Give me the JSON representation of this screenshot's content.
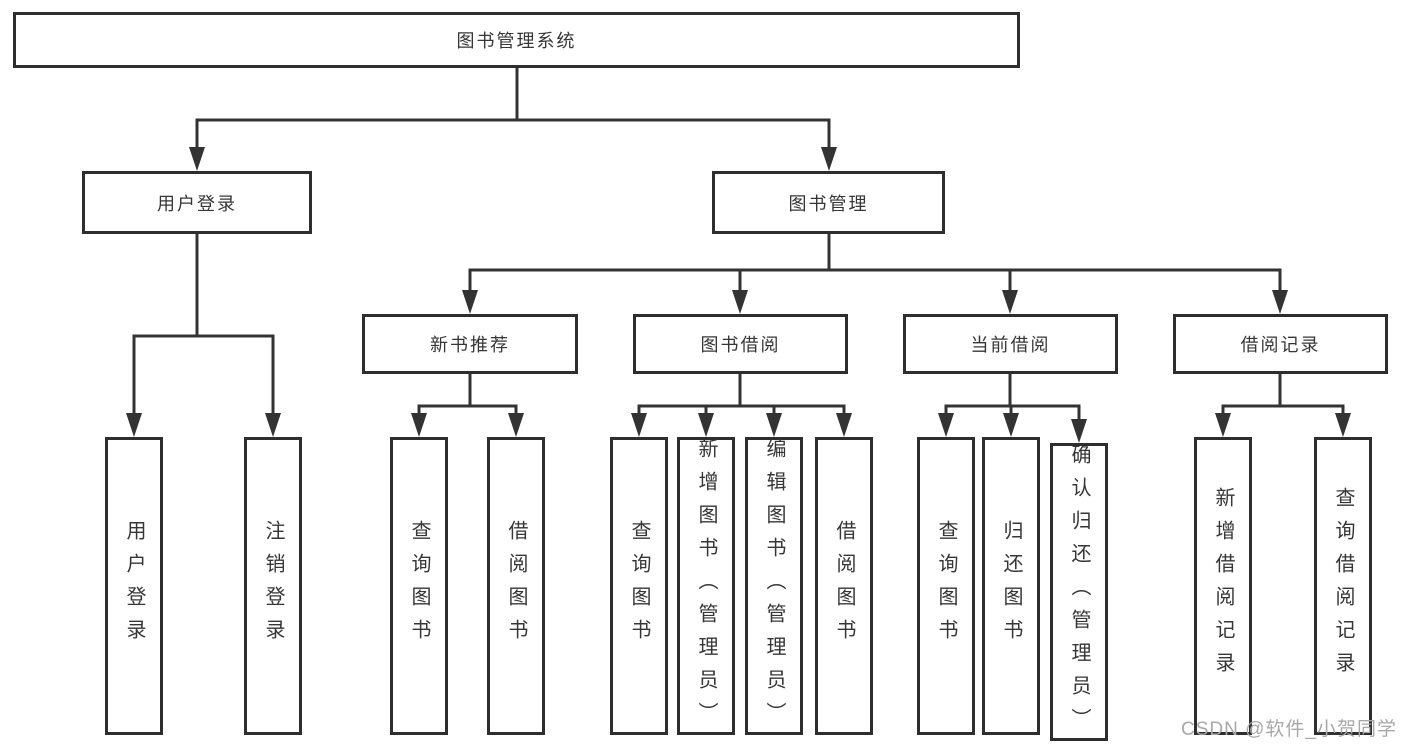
{
  "diagram_type": "functional-structure-flowchart",
  "nodes": {
    "root": {
      "label": "图书管理系统"
    },
    "user_login": {
      "label": "用户登录"
    },
    "book_mgmt": {
      "label": "图书管理"
    },
    "new_book_rec": {
      "label": "新书推荐"
    },
    "book_borrow": {
      "label": "图书借阅"
    },
    "current_borrow": {
      "label": "当前借阅"
    },
    "borrow_record": {
      "label": "借阅记录"
    },
    "user_login_leaf": {
      "label": "用户登录"
    },
    "logout_leaf": {
      "label": "注销登录"
    },
    "query_book_rec": {
      "label": "查询图书"
    },
    "borrow_book_rec": {
      "label": "借阅图书"
    },
    "query_book_borrow": {
      "label": "查询图书"
    },
    "add_book": {
      "label": "新增图书（管理员）"
    },
    "edit_book": {
      "label": "编辑图书（管理员）"
    },
    "borrow_book_2": {
      "label": "借阅图书"
    },
    "query_book_current": {
      "label": "查询图书"
    },
    "return_book": {
      "label": "归还图书"
    },
    "confirm_return": {
      "label": "确认归还（管理员）"
    },
    "add_borrow_record": {
      "label": "新增借阅记录"
    },
    "query_borrow_record": {
      "label": "查询借阅记录"
    }
  },
  "edges": [
    {
      "from": "root",
      "to": "user_login"
    },
    {
      "from": "root",
      "to": "book_mgmt"
    },
    {
      "from": "user_login",
      "to": "user_login_leaf"
    },
    {
      "from": "user_login",
      "to": "logout_leaf"
    },
    {
      "from": "book_mgmt",
      "to": "new_book_rec"
    },
    {
      "from": "book_mgmt",
      "to": "book_borrow"
    },
    {
      "from": "book_mgmt",
      "to": "current_borrow"
    },
    {
      "from": "book_mgmt",
      "to": "borrow_record"
    },
    {
      "from": "new_book_rec",
      "to": "query_book_rec"
    },
    {
      "from": "new_book_rec",
      "to": "borrow_book_rec"
    },
    {
      "from": "book_borrow",
      "to": "query_book_borrow"
    },
    {
      "from": "book_borrow",
      "to": "add_book"
    },
    {
      "from": "book_borrow",
      "to": "edit_book"
    },
    {
      "from": "book_borrow",
      "to": "borrow_book_2"
    },
    {
      "from": "current_borrow",
      "to": "query_book_current"
    },
    {
      "from": "current_borrow",
      "to": "return_book"
    },
    {
      "from": "current_borrow",
      "to": "confirm_return"
    },
    {
      "from": "borrow_record",
      "to": "add_borrow_record"
    },
    {
      "from": "borrow_record",
      "to": "query_borrow_record"
    }
  ],
  "watermark": {
    "text": "CSDN @软件_小贺同学"
  },
  "colors": {
    "line": "#333333",
    "box_border": "#2e2e2e",
    "text": "#363636",
    "watermark": "#a8a8a8",
    "background": "#ffffff"
  }
}
